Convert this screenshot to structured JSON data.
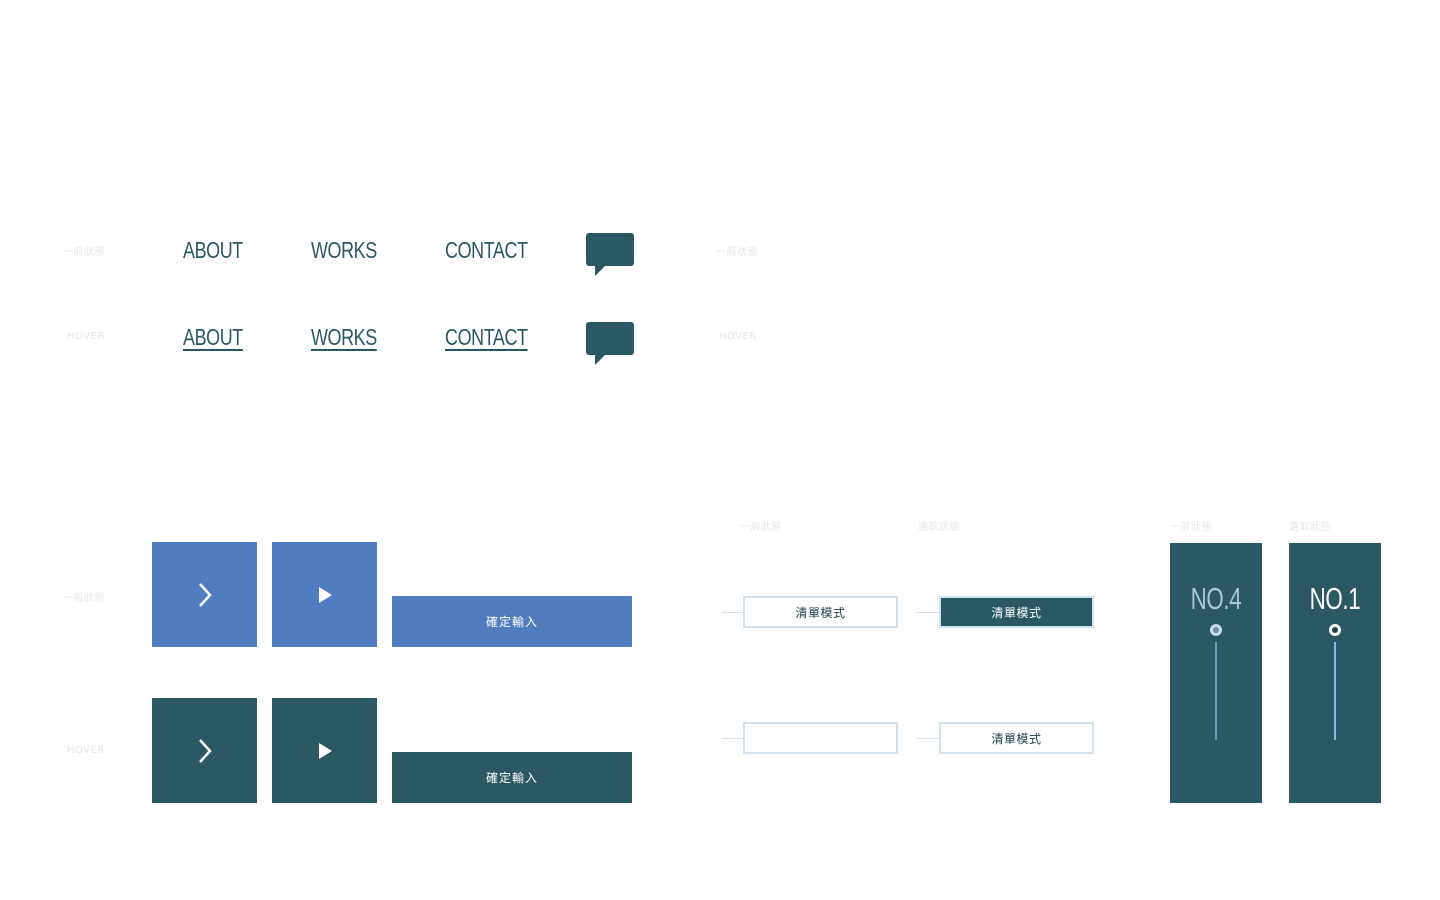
{
  "colors": {
    "primary_dark": "#2b5963",
    "primary_blue": "#4f7dc0",
    "outline": "#d3e2ef",
    "state_label": "#e3e7ea"
  },
  "nav_section": {
    "label_normal": "一般狀態",
    "label_hover": "HOVER",
    "label_normal_right": "一般狀態",
    "label_hover_right": "HOVER",
    "links": [
      "ABOUT",
      "WORKS",
      "CONTACT"
    ],
    "chat_icon": "speech-bubble-icon"
  },
  "button_section": {
    "label_normal": "一般狀態",
    "label_hover": "HOVER",
    "next_icon": "chevron-right-icon",
    "play_icon": "play-icon",
    "confirm_label": "確定輸入"
  },
  "list_section": {
    "label_normal": "一般狀態",
    "label_selected": "選取狀態",
    "button_label": "清單模式"
  },
  "number_section": {
    "label_normal": "一般狀態",
    "label_selected": "選取狀態",
    "inactive_label": "NO.4",
    "active_label": "NO.1"
  }
}
